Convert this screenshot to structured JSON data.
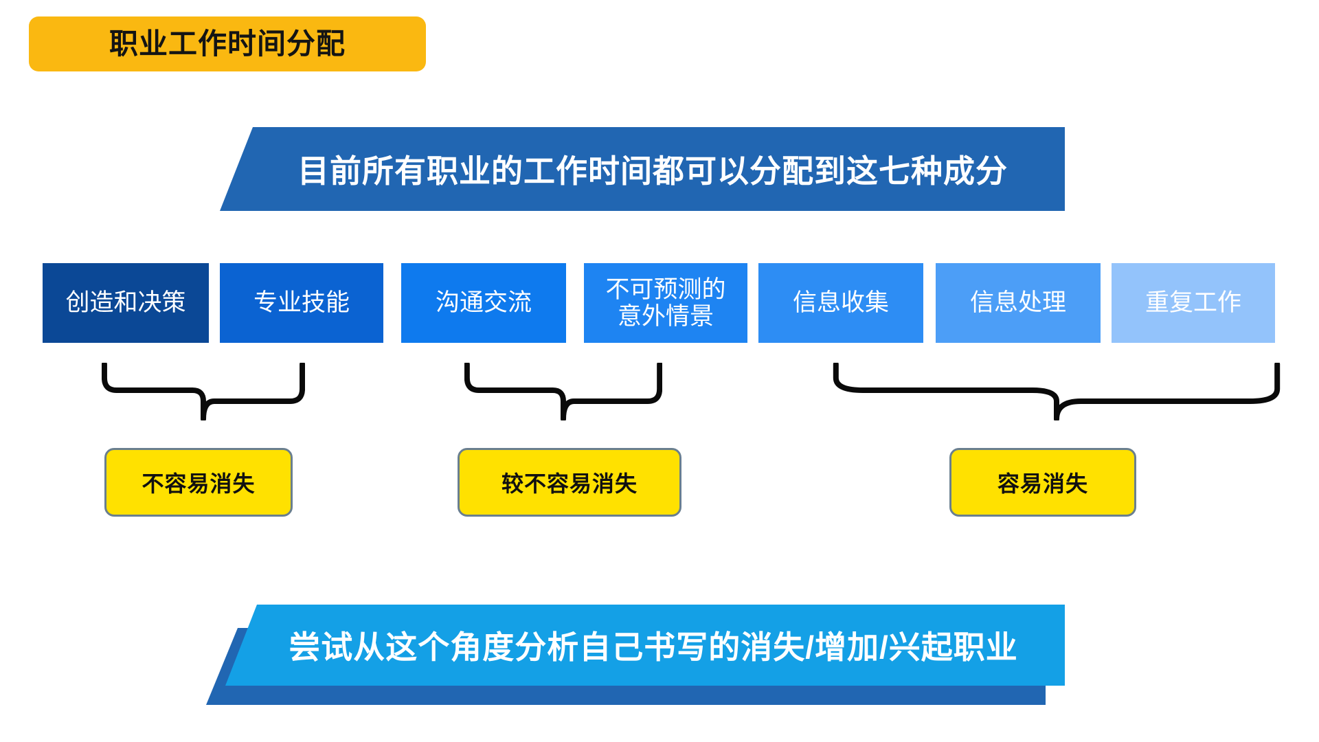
{
  "slide": {
    "title": "职业工作时间分配",
    "background_color": "#FFFFFF"
  },
  "title_badge": {
    "label": "职业工作时间分配",
    "background_color": "#FAB811",
    "text_color": "#141414"
  },
  "top_banner": {
    "text": "目前所有职业的工作时间都可以分配到这七种成分",
    "background_color": "#2166B2",
    "text_color": "#FFFFFF"
  },
  "categories": {
    "heading": "七种成分",
    "items": [
      {
        "label": "创造和决策",
        "color": "#0B4896"
      },
      {
        "label": "专业技能",
        "color": "#0B63D2"
      },
      {
        "label": "沟通交流",
        "color": "#0E7AEE"
      },
      {
        "label": "不可预测的\n意外情景",
        "color": "#1E84F2"
      },
      {
        "label": "信息收集",
        "color": "#2D8DF4"
      },
      {
        "label": "信息处理",
        "color": "#4C9EF7"
      },
      {
        "label": "重复工作",
        "color": "#93C3FB"
      }
    ]
  },
  "braces": [
    {
      "name": "brace-not-easily-lost",
      "spans": "创造和决策 + 专业技能"
    },
    {
      "name": "brace-less-easily-lost",
      "spans": "沟通交流 + 不可预测的意外情景"
    },
    {
      "name": "brace-easily-lost",
      "spans": "信息收集 + 信息处理 + 重复工作"
    }
  ],
  "tags": {
    "border_color": "#6A7F8F",
    "background_color": "#FFE100",
    "text_color": "#101010",
    "items": [
      {
        "label": "不容易消失"
      },
      {
        "label": "较不容易消失"
      },
      {
        "label": "容易消失"
      }
    ]
  },
  "bottom_banner": {
    "text": "尝试从这个角度分析自己书写的消失/增加/兴起职业",
    "background_color": "#14A0E6",
    "shadow_color": "#2166B2",
    "text_color": "#FFFFFF"
  },
  "chart_data": {
    "type": "bar",
    "title": "职业工作时间分配 — 七种成分",
    "categories": [
      "创造和决策",
      "专业技能",
      "沟通交流",
      "不可预测的意外情景",
      "信息收集",
      "信息处理",
      "重复工作"
    ],
    "groups": [
      {
        "label": "不容易消失",
        "members": [
          "创造和决策",
          "专业技能"
        ]
      },
      {
        "label": "较不容易消失",
        "members": [
          "沟通交流",
          "不可预测的意外情景"
        ]
      },
      {
        "label": "容易消失",
        "members": [
          "信息收集",
          "信息处理",
          "重复工作"
        ]
      }
    ],
    "xlabel": "",
    "ylabel": "",
    "legend": []
  }
}
